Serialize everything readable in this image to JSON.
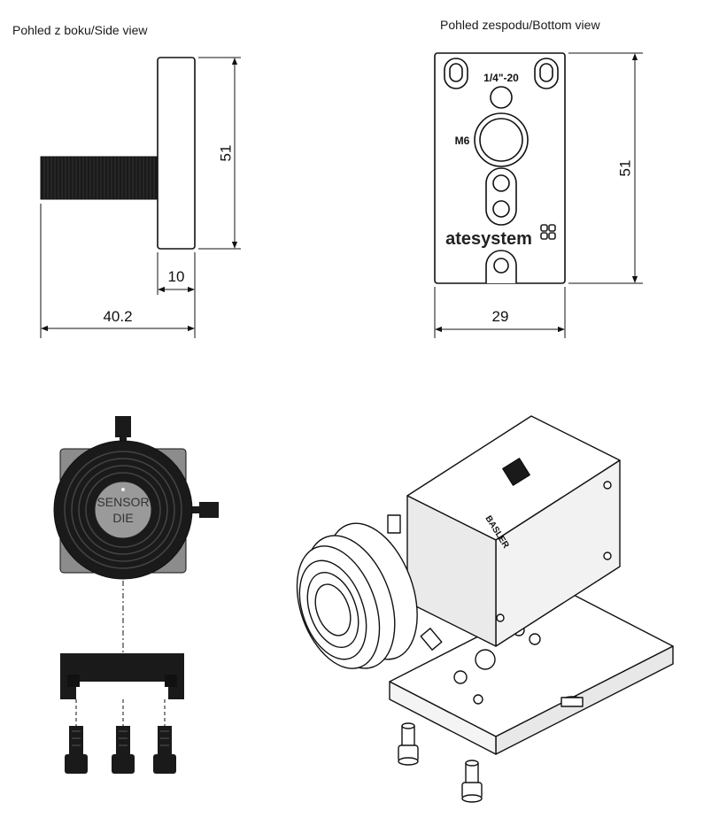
{
  "side_view": {
    "label": "Pohled z boku/Side view",
    "dim_height": "51",
    "dim_plate": "10",
    "dim_length": "40.2"
  },
  "bottom_view": {
    "label": "Pohled zespodu/Bottom view",
    "thread_label": "1/4\"-20",
    "m_label": "M6",
    "brand": "atesystem",
    "dim_height": "51",
    "dim_width": "29"
  },
  "front_view": {
    "sensor_label_line1": "SENSOR",
    "sensor_label_line2": "DIE"
  },
  "camera_view": {
    "brand": "BASLER"
  },
  "colors": {
    "line": "#111111",
    "dark_part": "#1a1a1a",
    "sensor_fill": "#9a9a9a",
    "plate_fill": "#b8b8b8"
  }
}
